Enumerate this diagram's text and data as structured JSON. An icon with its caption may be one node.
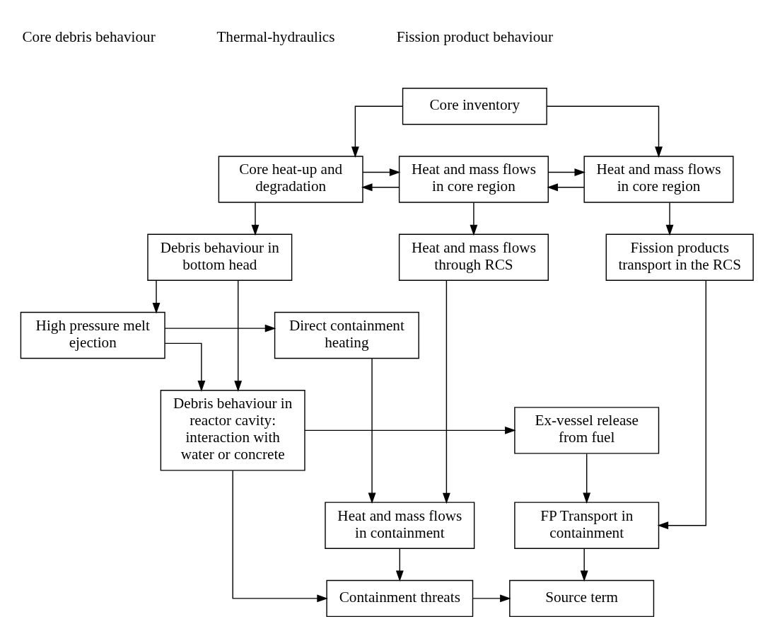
{
  "diagram": {
    "nodes": [
      {
        "text": [
          "Core inventory"
        ]
      },
      {
        "text": [
          "Core heat-up and degradation"
        ]
      },
      {
        "text": [
          "Heat and mass flows in core region"
        ]
      },
      {
        "text": [
          "Heat and mass flows in core region"
        ]
      },
      {
        "text": [
          "Debris behaviour in bottom head"
        ]
      },
      {
        "text": [
          "Heat and mass flows through RCS"
        ]
      },
      {
        "text": [
          "Fission products transport in the RCS"
        ]
      },
      {
        "text": [
          "High pressure melt ejection"
        ]
      },
      {
        "text": [
          "Direct containment heating"
        ]
      },
      {
        "text": [
          "Ex-vessel release from fuel"
        ]
      },
      {
        "text": [
          "Debris behaviour in reactor cavity: interaction with water or concrete"
        ]
      },
      {
        "text": [
          "Heat and mass flows in containment"
        ]
      },
      {
        "text": [
          "FP Transport in containment"
        ]
      },
      {
        "text": [
          "Containment threats"
        ]
      },
      {
        "text": [
          "Source term"
        ]
      }
    ],
    "edges": [
      {
        "from": 0,
        "to": 1,
        "arrow": "to"
      },
      {
        "from": 0,
        "to": 3,
        "arrow": "to"
      },
      {
        "from": 1,
        "to": 2,
        "arrow": "to"
      },
      {
        "from": 2,
        "to": 1,
        "arrow": "to"
      },
      {
        "from": 2,
        "to": 3,
        "arrow": "to"
      },
      {
        "from": 3,
        "to": 2,
        "arrow": "to"
      },
      {
        "from": 1,
        "to": 4,
        "arrow": "to"
      },
      {
        "from": 2,
        "to": 5,
        "arrow": "to"
      },
      {
        "from": 3,
        "to": 6,
        "arrow": "to"
      },
      {
        "from": 4,
        "to": 7,
        "arrow": "to"
      },
      {
        "from": 4,
        "to": 10,
        "arrow": "to"
      },
      {
        "from": 7,
        "to": 8,
        "arrow": "to"
      },
      {
        "from": 7,
        "to": 10,
        "arrow": "to"
      },
      {
        "from": 5,
        "to": 11,
        "arrow": "to"
      },
      {
        "from": 8,
        "to": 11,
        "arrow": "to"
      },
      {
        "from": 10,
        "to": 9,
        "arrow": "to"
      },
      {
        "from": 9,
        "to": 12,
        "arrow": "to"
      },
      {
        "from": 6,
        "to": 12,
        "arrow": "to"
      },
      {
        "from": 11,
        "to": 13,
        "arrow": "to"
      },
      {
        "from": 12,
        "to": 14,
        "arrow": "to"
      },
      {
        "from": 10,
        "to": 13,
        "arrow": "to"
      },
      {
        "from": 13,
        "to": 14,
        "arrow": "to"
      }
    ],
    "labels": [
      "Core debris behaviour",
      "Thermal-hydraulics",
      "Fission product behaviour"
    ]
  }
}
